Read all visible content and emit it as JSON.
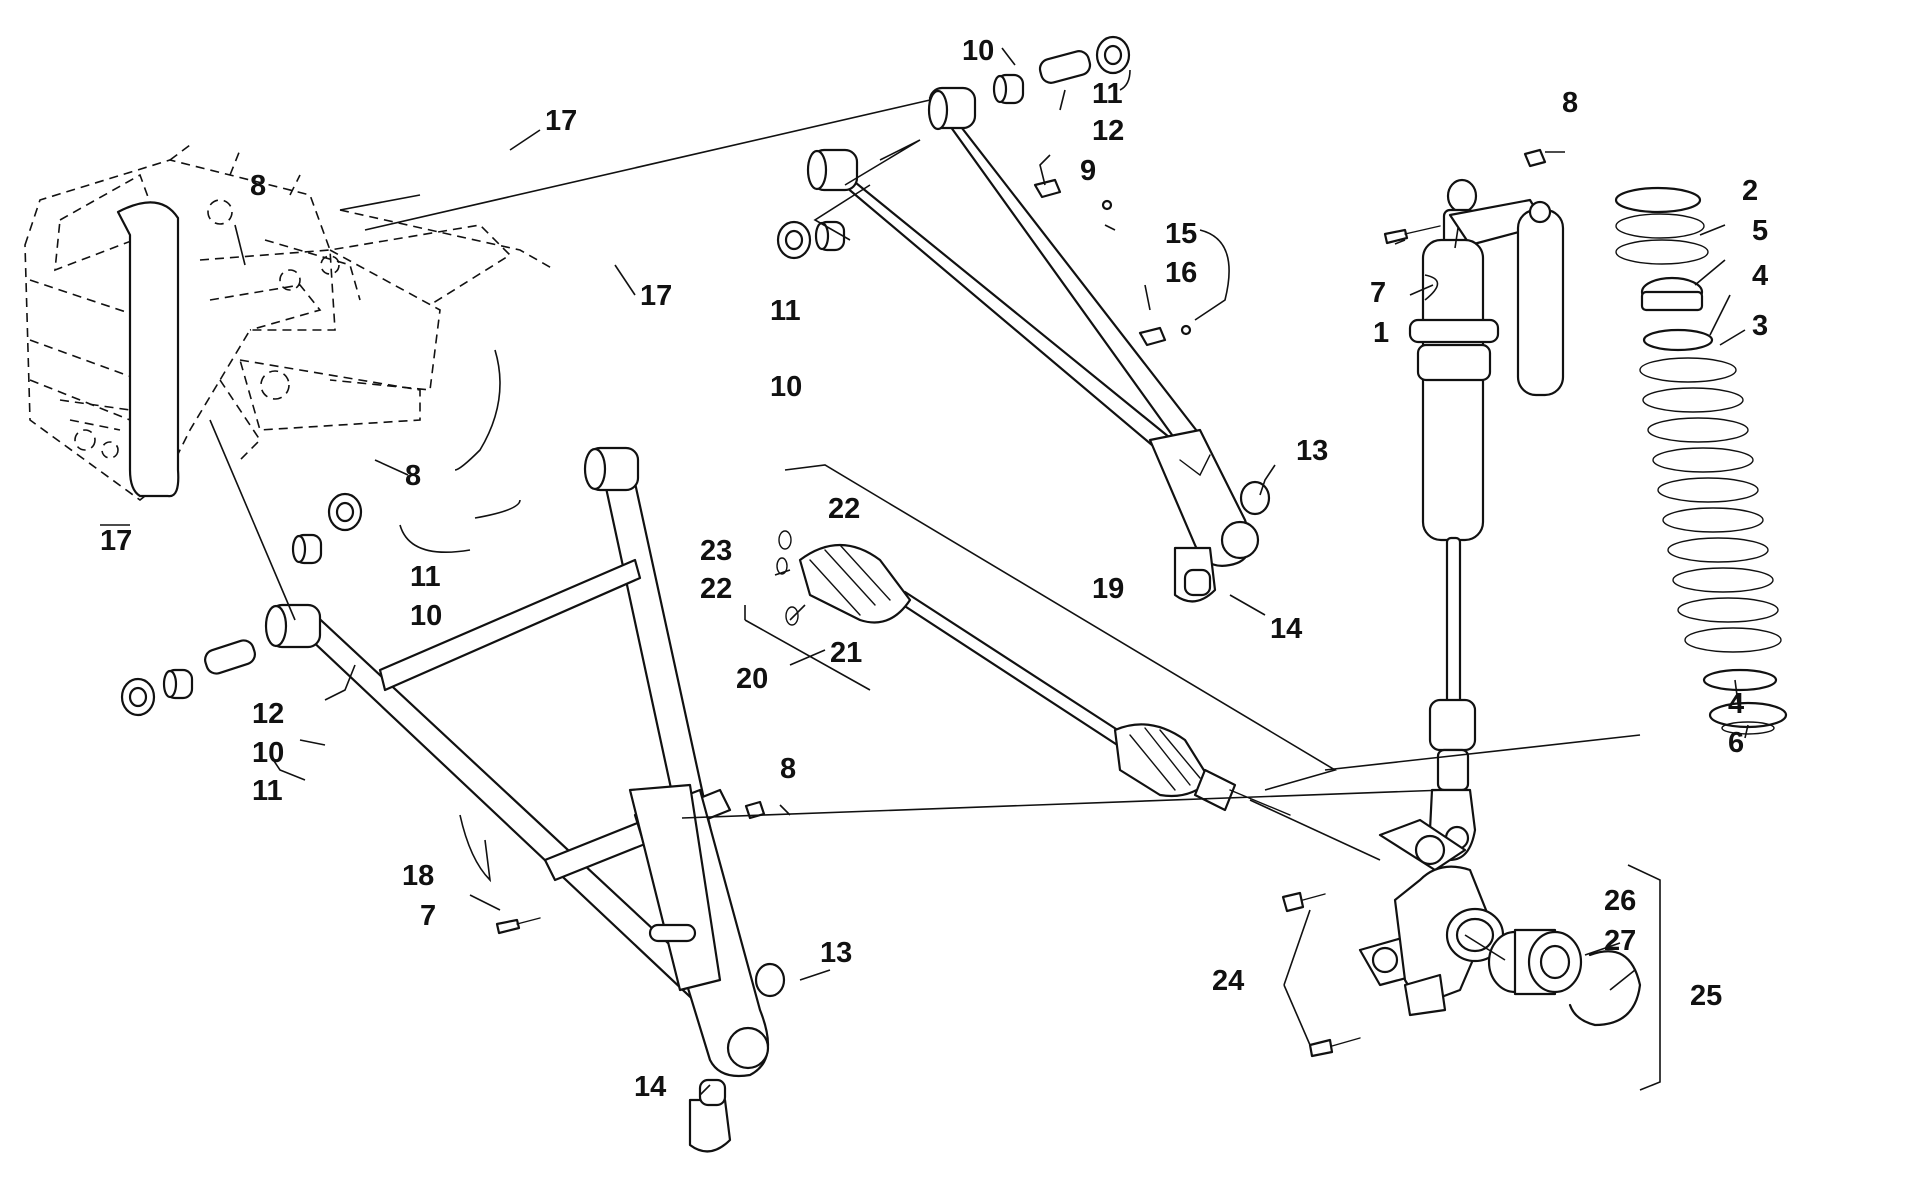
{
  "diagram": {
    "parts": {
      "shock_absorber": "1",
      "upper_spring_retainer": "2",
      "spring": "3",
      "spring_seat_upper": "4",
      "spring_seat_lower": "4",
      "spacer_ring": "5",
      "lower_spring_retainer": "6",
      "bolt_shock_top": "7",
      "bolt_lower_arm": "7",
      "nut_shock_top": "8",
      "nut_frame_top": "8",
      "nut_frame_mid": "8",
      "nut_lower_arm": "8",
      "upper_a_arm": "9",
      "bushing_upper_front": "10",
      "bushing_upper_rear": "10",
      "bushing_lower_front": "10",
      "bushing_lower_rear": "10",
      "cap_upper_front": "11",
      "cap_upper_rear": "11",
      "cap_lower_front": "11",
      "cap_lower_rear": "11",
      "sleeve_upper": "12",
      "sleeve_lower": "12",
      "retaining_ring_upper": "13",
      "retaining_ring_lower": "13",
      "ball_joint_upper": "14",
      "ball_joint_lower": "14",
      "screw_clip": "15",
      "clip": "16",
      "bolt_frame_top": "17",
      "bolt_frame_mid": "17",
      "bolt_frame_low": "17",
      "lower_a_arm": "18",
      "drive_axle": "19",
      "cv_kit": "20",
      "clamp_small": "21",
      "clamp_upper": "22",
      "clamp_lower": "22",
      "snap_ring": "23",
      "knuckle_bolts": "24",
      "hub_bearing_kit": "25",
      "bearing": "26",
      "bearing_snap_ring": "27"
    }
  }
}
